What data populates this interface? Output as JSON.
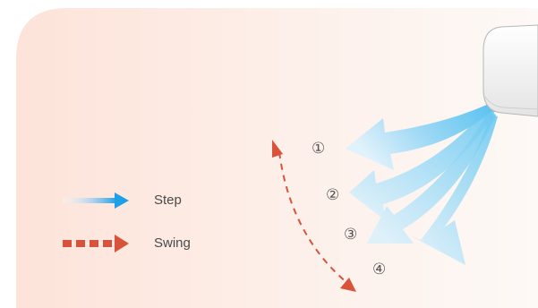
{
  "legend": {
    "step_label": "Step",
    "swing_label": "Swing",
    "step_color": "#2aa0e8",
    "swing_color": "#d9533a"
  },
  "positions": [
    "①",
    "②",
    "③",
    "④"
  ],
  "colors": {
    "background_gradient": [
      "#fde5dc",
      "#fdf8f5"
    ],
    "airflow": "#8dd4f8",
    "airflow_light": "#d9f1fd"
  },
  "icons": {
    "air_conditioner": "air-conditioner-icon",
    "step_arrow": "blue-arrow-icon",
    "swing_arrow": "dashed-red-arrow-icon"
  }
}
